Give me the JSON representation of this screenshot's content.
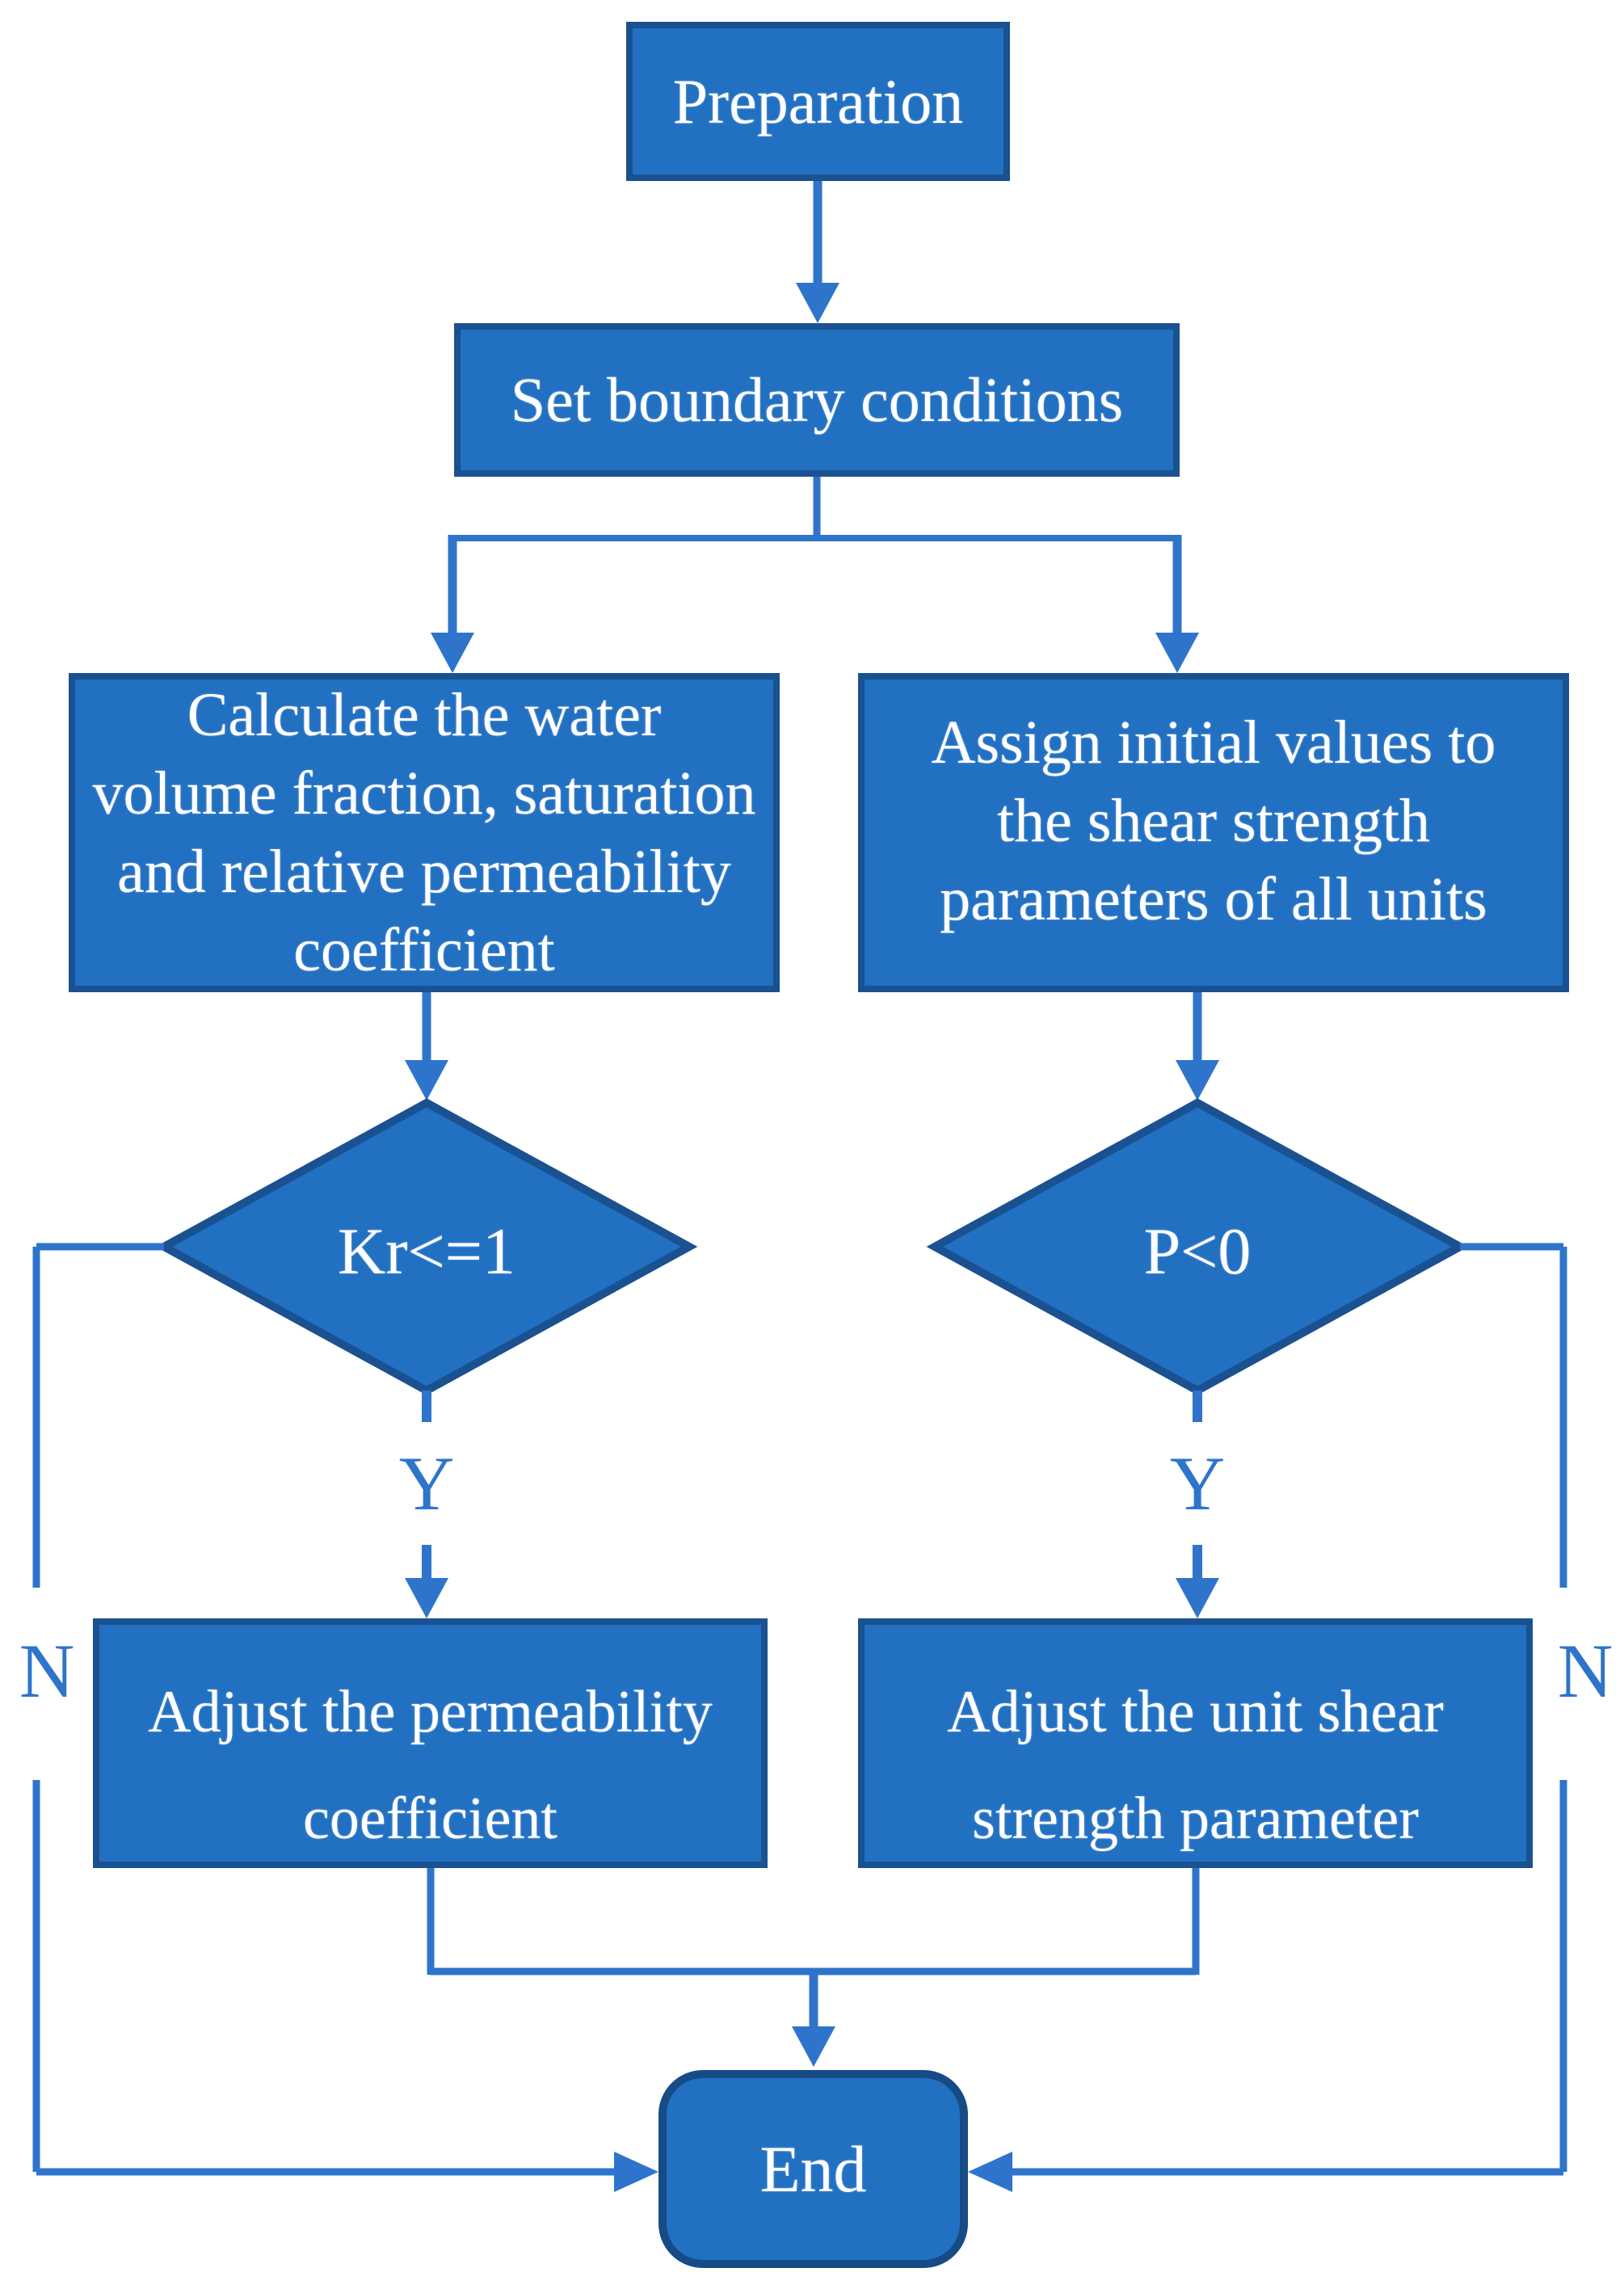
{
  "diagram": {
    "type": "flowchart",
    "colors": {
      "node_fill": "#2270C2",
      "node_border": "#1A5190",
      "connector": "#2E74CB",
      "text": "#FFFFFF",
      "background": "#FFFFFF"
    },
    "nodes": {
      "preparation": {
        "type": "process",
        "label": "Preparation"
      },
      "set_boundary": {
        "type": "process",
        "label": "Set boundary conditions"
      },
      "calc_water": {
        "type": "process",
        "lines": [
          "Calculate the water",
          "volume fraction, saturation",
          "and relative permeability",
          "coefficient"
        ]
      },
      "assign_initial": {
        "type": "process",
        "lines": [
          "Assign initial values to",
          "the shear strength",
          "parameters of all units"
        ]
      },
      "kr_decision": {
        "type": "decision",
        "label": "Kr<=1"
      },
      "p_decision": {
        "type": "decision",
        "label": "P<0"
      },
      "adjust_permeability": {
        "type": "process",
        "lines": [
          "Adjust the permeability",
          "coefficient"
        ]
      },
      "adjust_shear": {
        "type": "process",
        "lines": [
          "Adjust the unit shear",
          "strength parameter"
        ]
      },
      "end": {
        "type": "terminator",
        "label": "End"
      }
    },
    "edge_labels": {
      "yes": "Y",
      "no": "N"
    }
  }
}
